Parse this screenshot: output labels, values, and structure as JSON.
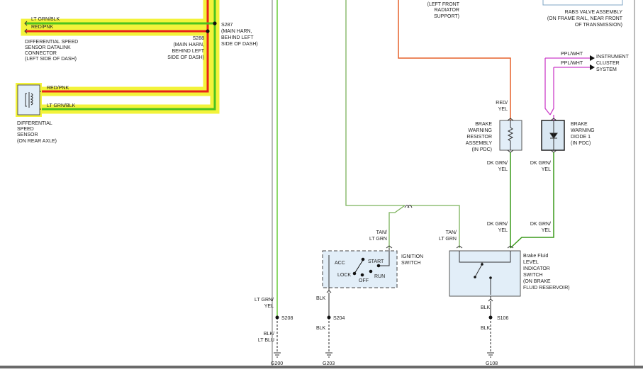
{
  "colors": {
    "highlight_yellow": "#f3f33a",
    "wire_red": "#e8231a",
    "wire_green": "#4cc21e",
    "wire_dkgreen": "#3a9a1a",
    "wire_ltgreen": "#8ed86a",
    "wire_orange": "#e5602a",
    "wire_magenta": "#cc3fc9",
    "wire_olive": "#7bb25a",
    "wire_gray": "#6e6e6e",
    "component_fill": "#e2eef8",
    "diode_fill": "#d9e7f2"
  },
  "wires": {
    "lt_grn_blk_top": "LT GRN/BLK",
    "red_pnk_top": "RED/PNK",
    "red_pnk_mid": "RED/PNK",
    "lt_grn_blk_mid": "LT GRN/BLK",
    "red_yel": [
      "RED/",
      "YEL"
    ],
    "dk_grn_yel_1": [
      "DK GRN/",
      "YEL"
    ],
    "dk_grn_yel_2": [
      "DK GRN/",
      "YEL"
    ],
    "dk_grn_yel_3": [
      "DK GRN/",
      "YEL"
    ],
    "dk_grn_yel_4": [
      "DK GRN/",
      "YEL"
    ],
    "ppl_wht_1": "PPL/WHT",
    "ppl_wht_2": "PPL/WHT",
    "tan_ltgrn_1": [
      "TAN/",
      "LT GRN"
    ],
    "tan_ltgrn_2": [
      "TAN/",
      "LT GRN"
    ],
    "lt_grn_yel": [
      "LT GRN/",
      "YEL"
    ],
    "blk_lt_blu": [
      "BLK/",
      "LT BLU"
    ],
    "blk_1": "BLK",
    "blk_2": "BLK",
    "blk_3": "BLK",
    "blk_4": "BLK"
  },
  "connectors": {
    "datalink": [
      "DIFFERENTIAL SPEED",
      "SENSOR DATALINK",
      "CONNECTOR",
      "(LEFT SIDE OF DASH)"
    ]
  },
  "splices": {
    "s287": [
      "S287",
      "(MAIN HARN,",
      "BEHIND LEFT",
      "SIDE OF DASH)"
    ],
    "s288": [
      "S288",
      "(MAIN HARN,",
      "BEHIND LEFT",
      "SIDE OF DASH)"
    ],
    "s208": "S208",
    "s204": "S204",
    "s106": "S106"
  },
  "grounds": {
    "g200": "G200",
    "g203": "G203",
    "g108": "G108"
  },
  "components": {
    "diff_speed_sensor": [
      "DIFFERENTIAL",
      "SPEED",
      "SENSOR",
      "(ON REAR AXLE)"
    ],
    "radiator_support": [
      "(LEFT FRONT",
      "RADIATOR",
      "SUPPORT)"
    ],
    "rabs_valve": [
      "RABS VALVE ASSEMBLY",
      "(ON FRAME RAIL, NEAR FRONT",
      "OF TRANSMISSION)"
    ],
    "instrument_cluster": [
      "INSTRUMENT",
      "CLUSTER",
      "SYSTEM"
    ],
    "resistor": [
      "BRAKE",
      "WARNING",
      "RESISTOR",
      "ASSEMBLY",
      "(IN PDC)"
    ],
    "diode": [
      "BRAKE",
      "WARNING",
      "DIODE 1",
      "(IN PDC)"
    ],
    "ignition_switch": [
      "IGNITION",
      "SWITCH"
    ],
    "ignition_positions": {
      "acc": "ACC",
      "start": "START",
      "lock": "LOCK",
      "run": "RUN",
      "off": "OFF"
    },
    "brake_fluid_switch": [
      "Brake Fluid",
      "LEVEL",
      "INDICATOR",
      "SWITCH",
      "(ON BRAKE",
      "FLUID RESERVOIR)"
    ]
  }
}
